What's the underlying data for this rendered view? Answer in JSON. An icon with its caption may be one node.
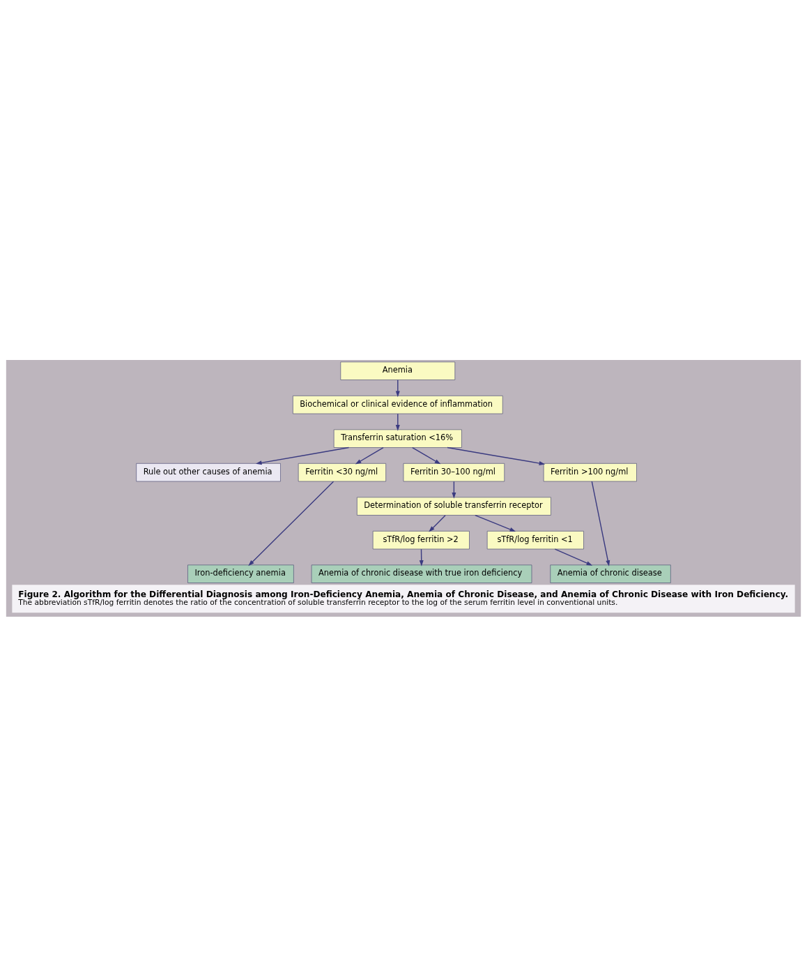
{
  "diagram": {
    "title": "Figure 2. Algorithm for the Differential Diagnosis among Iron-Deficiency Anemia, Anemia of Chronic Disease, and Anemia of Chronic Disease with Iron Deficiency.",
    "caption": "The abbreviation sTfR/log ferritin denotes the ratio of the concentration of soluble transferrin receptor to the log of the serum ferritin level in conventional units.",
    "nodes": [
      {
        "text": [
          "Anemia"
        ]
      },
      {
        "text": [
          "Biochemical or clinical evidence of inflammation"
        ]
      },
      {
        "text": [
          "Transferrin saturation <16%"
        ]
      },
      {
        "text": [
          "Rule out other causes of anemia"
        ]
      },
      {
        "text": [
          "Ferritin <30 ng/ml"
        ]
      },
      {
        "text": [
          "Ferritin 30–100 ng/ml"
        ]
      },
      {
        "text": [
          "Ferritin >100 ng/ml"
        ]
      },
      {
        "text": [
          "Determination of soluble transferrin receptor"
        ]
      },
      {
        "text": [
          "sTfR/log ferritin >2"
        ]
      },
      {
        "text": [
          "sTfR/log ferritin <1"
        ]
      },
      {
        "text": [
          "Iron-deficiency anemia"
        ]
      },
      {
        "text": [
          "Anemia of chronic disease with true iron deficiency"
        ]
      },
      {
        "text": [
          "Anemia of chronic disease"
        ]
      }
    ],
    "edges": [
      {
        "from": 0,
        "to": 1,
        "arrow": "to"
      },
      {
        "from": 1,
        "to": 2,
        "arrow": "to"
      },
      {
        "from": 2,
        "to": 3,
        "arrow": "to"
      },
      {
        "from": 2,
        "to": 4,
        "arrow": "to"
      },
      {
        "from": 2,
        "to": 5,
        "arrow": "to"
      },
      {
        "from": 2,
        "to": 6,
        "arrow": "to"
      },
      {
        "from": 5,
        "to": 7,
        "arrow": "to"
      },
      {
        "from": 7,
        "to": 8,
        "arrow": "to"
      },
      {
        "from": 7,
        "to": 9,
        "arrow": "to"
      },
      {
        "from": 4,
        "to": 10,
        "arrow": "to"
      },
      {
        "from": 8,
        "to": 11,
        "arrow": "to"
      },
      {
        "from": 9,
        "to": 12,
        "arrow": "to"
      },
      {
        "from": 6,
        "to": 12,
        "arrow": "to"
      }
    ]
  }
}
